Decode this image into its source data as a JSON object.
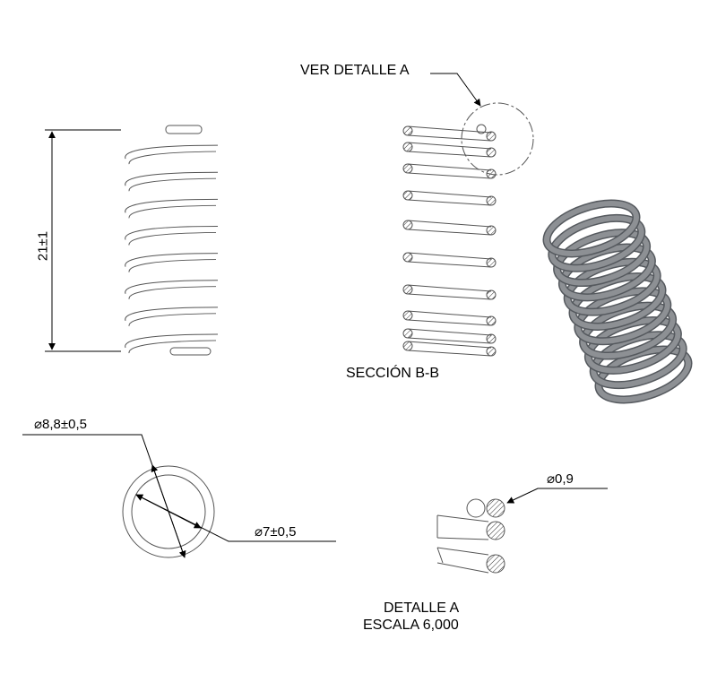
{
  "labels": {
    "ver_detalle": "VER DETALLE A",
    "seccion": "SECCIÓN B-B",
    "detalle_title": "DETALLE A",
    "detalle_scale": "ESCALA 6,000"
  },
  "dimensions": {
    "free_length": "21±1",
    "outer_diameter": "8,8±0,5",
    "inner_diameter": "7±0,5",
    "wire_diameter": "0,9",
    "diameter_symbol": "⌀"
  },
  "colors": {
    "line": "#555555",
    "dimension": "#000000",
    "spring_3d_fill": "#8d9094",
    "spring_3d_dark": "#55595e",
    "hatch": "#333333"
  }
}
